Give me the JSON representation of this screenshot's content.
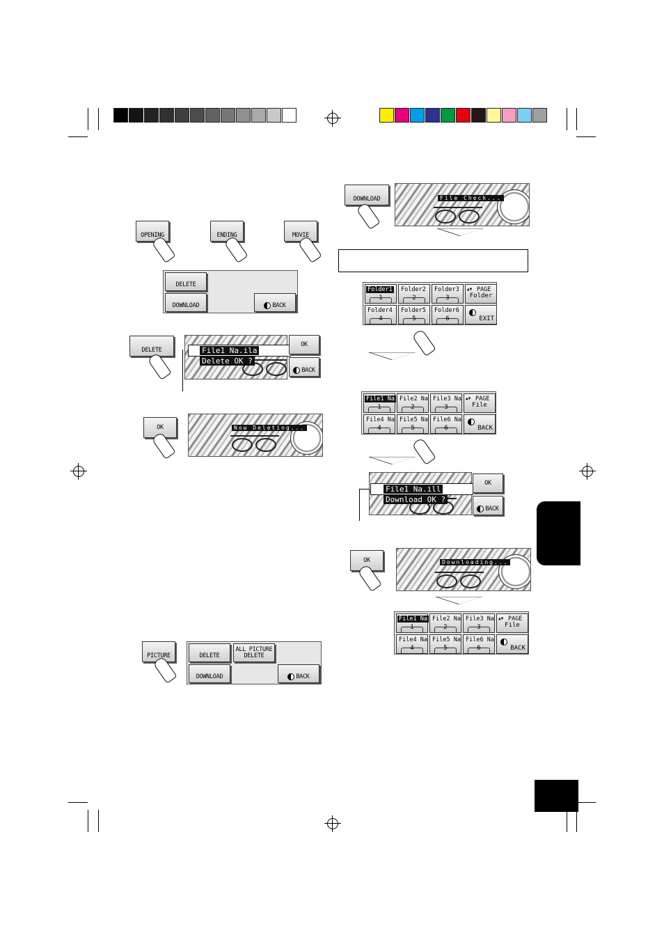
{
  "calibration_bar_left": [
    "#000000",
    "#141414",
    "#232323",
    "#313131",
    "#3f3f3f",
    "#4d4d4d",
    "#626262",
    "#767676",
    "#8f8f8f",
    "#aaaaaa",
    "#c9c9c9",
    "#ffffff"
  ],
  "calibration_bar_right": [
    "#ffee00",
    "#e6007e",
    "#00a0e9",
    "#2e3192",
    "#009944",
    "#e60012",
    "#231815",
    "#fff799",
    "#f19ec2",
    "#7ecef4",
    "#9fa0a0"
  ],
  "left_column": {
    "opening_button": "OPENING",
    "ending_button": "ENDING",
    "movie_button": "MOVIE",
    "menu1": {
      "delete": "DELETE",
      "download": "DOWNLOAD",
      "back": "BACK"
    },
    "delete_button": "DELETE",
    "delete_screen": {
      "filename": "File1 Na.ila",
      "prompt": "Delete OK ?",
      "ok": "OK",
      "back": "BACK"
    },
    "ok_button": "OK",
    "deleting_banner": "Now Deleting...",
    "picture_button": "PICTURE",
    "picture_menu": {
      "delete": "DELETE",
      "all_delete_line1": "ALL PICTURE",
      "all_delete_line2": "DELETE",
      "download": "DOWNLOAD",
      "back": "BACK"
    }
  },
  "right_column": {
    "download_button": "DOWNLOAD",
    "file_check_banner": "File Check...",
    "folders": [
      {
        "label": "Folder1",
        "num": "1",
        "selected": true
      },
      {
        "label": "Folder2",
        "num": "2",
        "selected": false
      },
      {
        "label": "Folder3",
        "num": "3",
        "selected": false
      },
      {
        "label": "Folder4",
        "num": "4",
        "selected": false
      },
      {
        "label": "Folder5",
        "num": "5",
        "selected": false
      },
      {
        "label": "Folder6",
        "num": "6",
        "selected": false
      }
    ],
    "folder_page": {
      "line1": "PAGE",
      "line2": "Folder"
    },
    "folder_exit": "EXIT",
    "files": [
      {
        "label": "File1 Na",
        "num": "1",
        "selected": true
      },
      {
        "label": "File2 Na",
        "num": "2",
        "selected": false
      },
      {
        "label": "File3 Na",
        "num": "3",
        "selected": false
      },
      {
        "label": "File4 Na",
        "num": "4",
        "selected": false
      },
      {
        "label": "File5 Na",
        "num": "5",
        "selected": false
      },
      {
        "label": "File6 Na",
        "num": "6",
        "selected": false
      }
    ],
    "file_page": {
      "line1": "PAGE",
      "line2": "File"
    },
    "file_back": "BACK",
    "download_screen": {
      "filename": "File1 Na.ill",
      "prompt": "Download OK ?",
      "ok": "OK",
      "back": "BACK"
    },
    "ok_button": "OK",
    "downloading_banner": "Downloading..."
  }
}
